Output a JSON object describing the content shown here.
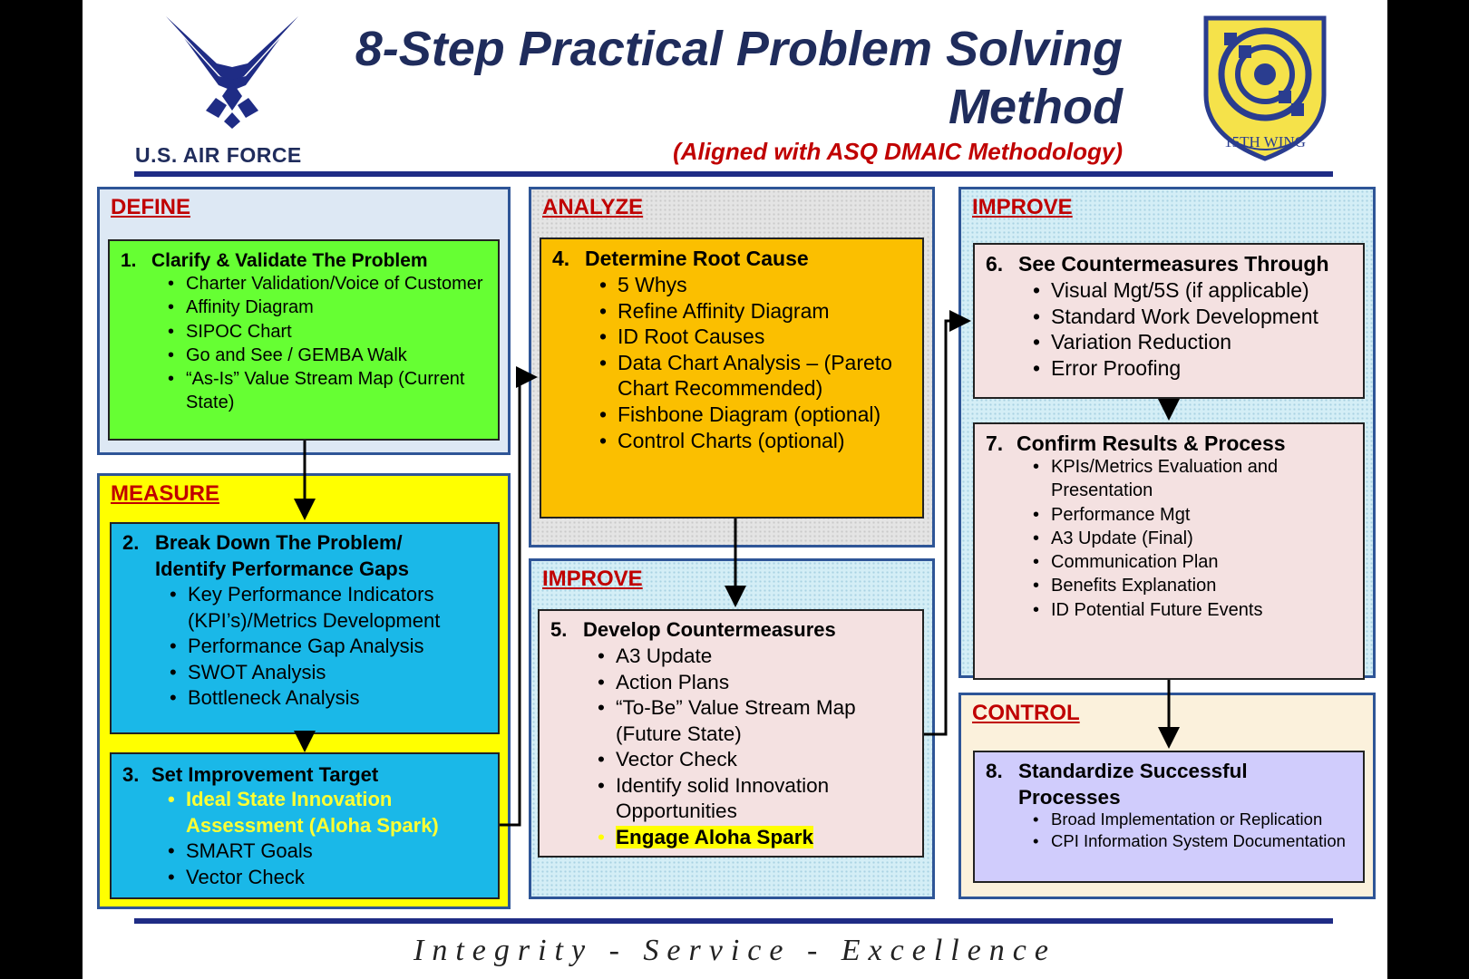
{
  "header": {
    "title_line1": "8-Step Practical Problem Solving",
    "title_line2": "Method",
    "subtitle": "(Aligned with ASQ DMAIC Methodology)",
    "air_force_label": "U.S. AIR FORCE",
    "wing_seal_text": "15TH WING",
    "logos": [
      "us-air-force-symbol",
      "15th-wing-seal"
    ]
  },
  "colors": {
    "navy": "#1f2c5c",
    "phase_red": "#c00000",
    "step1_green": "#66ff33",
    "step2_3_blue": "#1ab8e8",
    "step4_amber": "#fbbf00",
    "pink_steps": "#f4e1e1",
    "step8_lavender": "#d0ccfc",
    "measure_yellow": "#ffff00"
  },
  "phases": {
    "define": "DEFINE",
    "measure": "MEASURE",
    "analyze": "ANALYZE",
    "improve_a": "IMPROVE",
    "improve_b": "IMPROVE",
    "control": "CONTROL"
  },
  "steps": [
    {
      "num": "1.",
      "title": "Clarify & Validate The Problem",
      "items": [
        "Charter Validation/Voice of Customer",
        "Affinity Diagram",
        "SIPOC Chart",
        "Go and See / GEMBA Walk",
        "“As-Is” Value Stream Map (Current State)"
      ]
    },
    {
      "num": "2.",
      "title_line1": "Break Down The Problem/",
      "title_line2": "Identify Performance Gaps",
      "items": [
        "Key Performance Indicators (KPI’s)/Metrics Development",
        "Performance Gap Analysis",
        "SWOT Analysis",
        "Bottleneck Analysis"
      ]
    },
    {
      "num": "3.",
      "title": "Set Improvement Target",
      "items": [
        "Ideal State Innovation Assessment (Aloha Spark)",
        "SMART Goals",
        "Vector Check"
      ]
    },
    {
      "num": "4.",
      "title": "Determine Root Cause",
      "items": [
        "5 Whys",
        "Refine Affinity Diagram",
        "ID Root Causes",
        "Data Chart Analysis – (Pareto Chart Recommended)",
        "Fishbone Diagram (optional)",
        "Control Charts (optional)"
      ]
    },
    {
      "num": "5.",
      "title": "Develop Countermeasures",
      "items": [
        "A3 Update",
        "Action Plans",
        "“To-Be” Value Stream Map (Future State)",
        "Vector Check",
        "Identify solid Innovation Opportunities",
        "Engage Aloha Spark"
      ]
    },
    {
      "num": "6.",
      "title": "See Countermeasures Through",
      "items": [
        "Visual Mgt/5S (if applicable)",
        "Standard Work Development",
        "Variation Reduction",
        "Error Proofing"
      ]
    },
    {
      "num": "7.",
      "title": "Confirm Results & Process",
      "items": [
        "KPIs/Metrics Evaluation and Presentation",
        "Performance Mgt",
        "A3 Update (Final)",
        "Communication Plan",
        "Benefits Explanation",
        "ID Potential Future Events"
      ]
    },
    {
      "num": "8.",
      "title_line1": "Standardize Successful",
      "title_line2": "Processes",
      "items": [
        "Broad Implementation or Replication",
        "CPI Information System Documentation"
      ]
    }
  ],
  "footer": {
    "motto": "Integrity - Service - Excellence"
  }
}
